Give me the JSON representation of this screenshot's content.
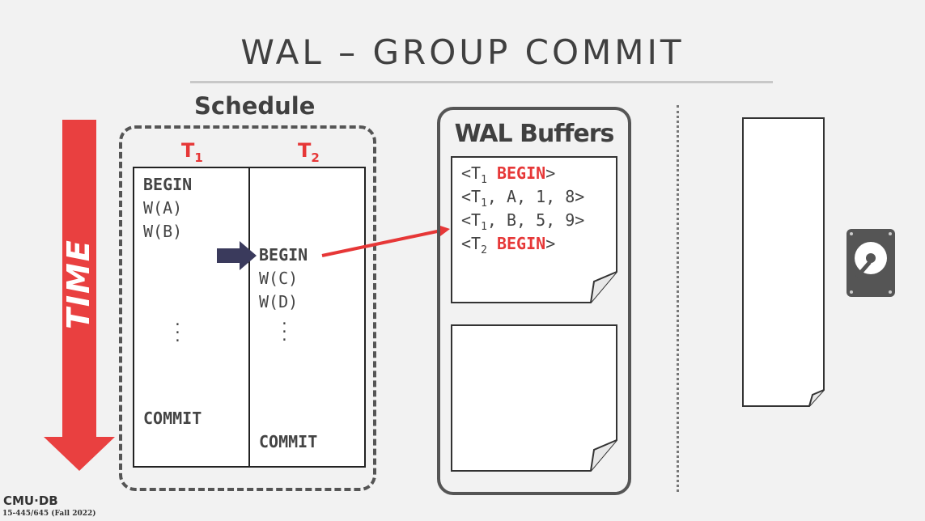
{
  "slide": {
    "title": "WAL – GROUP COMMIT",
    "footer_logo": "CMU·DB",
    "footer_course": "15-445/645 (Fall 2022)"
  },
  "schedule": {
    "heading": "Schedule",
    "time_label": "TIME",
    "t1": {
      "header": "T",
      "header_sub": "1",
      "ops": [
        {
          "text": "BEGIN",
          "bold": true
        },
        {
          "text": "W(A)",
          "bold": false
        },
        {
          "text": "W(B)",
          "bold": false
        }
      ],
      "commit": "COMMIT"
    },
    "t2": {
      "header": "T",
      "header_sub": "2",
      "ops": [
        {
          "text": "BEGIN",
          "bold": true
        },
        {
          "text": "W(C)",
          "bold": false
        },
        {
          "text": "W(D)",
          "bold": false
        }
      ],
      "commit": "COMMIT"
    }
  },
  "wal": {
    "heading": "WAL Buffers",
    "entries": [
      {
        "open": "<T",
        "sub": "1",
        "rest": " ",
        "keyword": "BEGIN",
        "close": ">"
      },
      {
        "open": "<T",
        "sub": "1",
        "rest": ", A, 1, 8>",
        "keyword": "",
        "close": ""
      },
      {
        "open": "<T",
        "sub": "1",
        "rest": ", B, 5, 9>",
        "keyword": "",
        "close": ""
      },
      {
        "open": "<T",
        "sub": "2",
        "rest": " ",
        "keyword": "BEGIN",
        "close": ">"
      }
    ]
  },
  "colors": {
    "accent_red": "#e63737",
    "arrow_navy": "#3a3a5c",
    "frame_gray": "#555555"
  },
  "icons": [
    "disk-icon",
    "pointer-arrow-icon",
    "time-arrow-icon"
  ]
}
